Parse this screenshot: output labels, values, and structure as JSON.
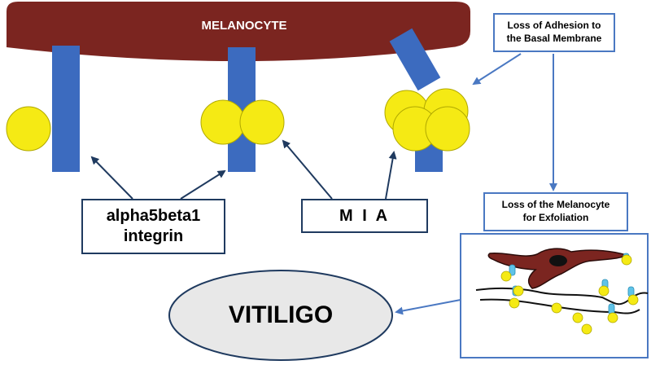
{
  "cell_label": "MELANOCYTE",
  "label_integrin_line1": "alpha5beta1",
  "label_integrin_line2": "integrin",
  "label_mia": "M I A",
  "label_loss_adhesion_line1": "Loss of Adhesion to",
  "label_loss_adhesion_line2": "the Basal Membrane",
  "label_loss_melanocyte_line1": "Loss of the Melanocyte",
  "label_loss_melanocyte_line2": "for Exfoliation",
  "outcome_label": "VITILIGO",
  "colors": {
    "melanocyte": "#7b2520",
    "receptor": "#3c6bbf",
    "ligand": "#f5ea14",
    "ligand_stroke": "#b0a800",
    "arrow_dark": "#1f3a5f",
    "arrow_blue": "#4a78c2",
    "droplet": "#5fc3e8",
    "ellipse_fill": "#e8e8e8"
  }
}
